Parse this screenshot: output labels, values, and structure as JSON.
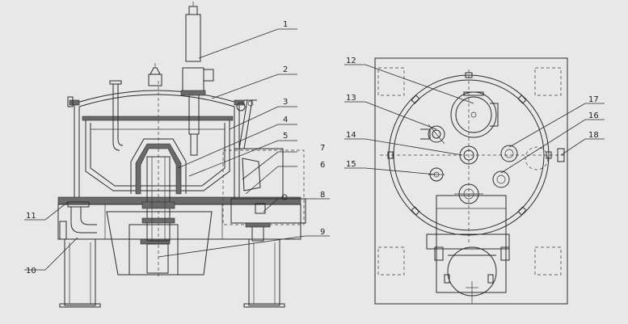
{
  "figure": {
    "background": "#e8e8e8",
    "line_color": "#2b2b2b",
    "callouts": [
      {
        "id": "1",
        "text": "1"
      },
      {
        "id": "2",
        "text": "2"
      },
      {
        "id": "3",
        "text": "3"
      },
      {
        "id": "4",
        "text": "4"
      },
      {
        "id": "5",
        "text": "5"
      },
      {
        "id": "6",
        "text": "6"
      },
      {
        "id": "7",
        "text": "7"
      },
      {
        "id": "8",
        "text": "8"
      },
      {
        "id": "9",
        "text": "9"
      },
      {
        "id": "10",
        "text": "10"
      },
      {
        "id": "11",
        "text": "11"
      },
      {
        "id": "12",
        "text": "12"
      },
      {
        "id": "13",
        "text": "13"
      },
      {
        "id": "14",
        "text": "14"
      },
      {
        "id": "15",
        "text": "15"
      },
      {
        "id": "16",
        "text": "16"
      },
      {
        "id": "17",
        "text": "17"
      },
      {
        "id": "18",
        "text": "18"
      }
    ]
  }
}
